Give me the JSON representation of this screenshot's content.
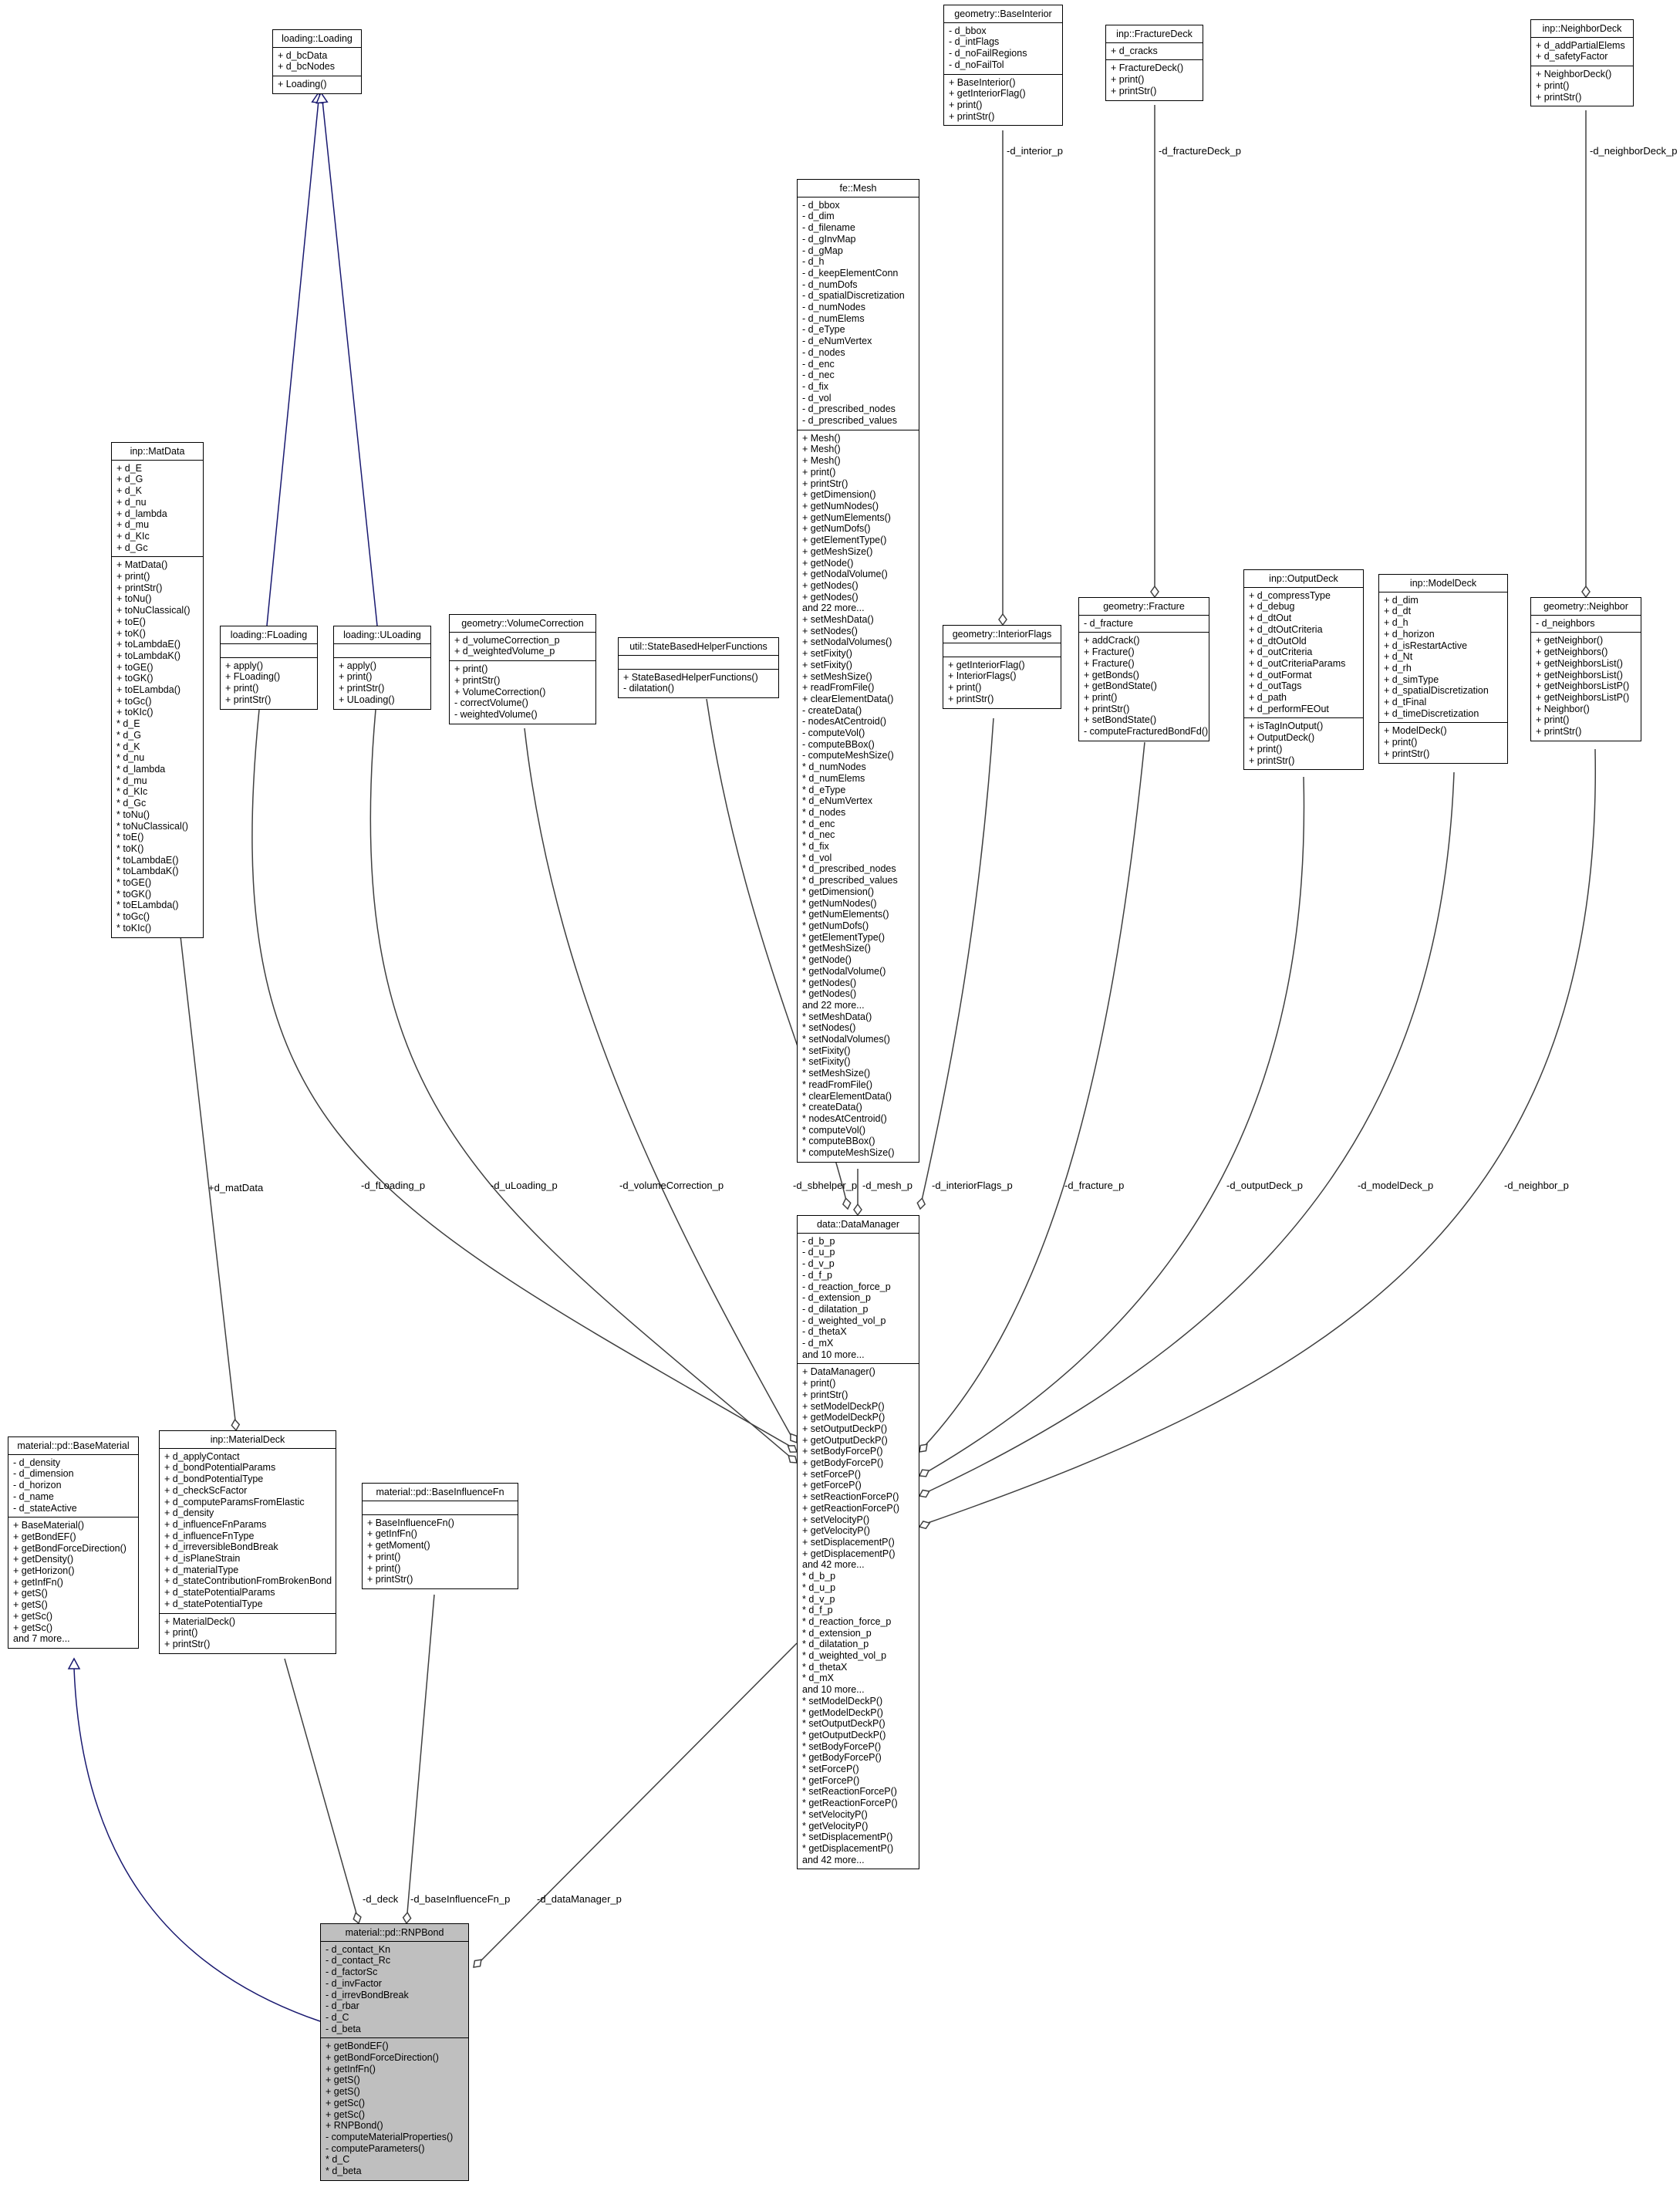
{
  "classes": [
    {
      "id": "loading_Loading",
      "name": "loading::Loading",
      "attrs": [
        "+ d_bcData",
        "+ d_bcNodes"
      ],
      "methods": [
        "+ Loading()"
      ]
    },
    {
      "id": "geometry_BaseInterior",
      "name": "geometry::BaseInterior",
      "attrs": [
        "- d_bbox",
        "- d_intFlags",
        "- d_noFailRegions",
        "- d_noFailTol"
      ],
      "methods": [
        "+ BaseInterior()",
        "+ getInteriorFlag()",
        "+ print()",
        "+ printStr()"
      ]
    },
    {
      "id": "inp_FractureDeck",
      "name": "inp::FractureDeck",
      "attrs": [
        "+ d_cracks"
      ],
      "methods": [
        "+ FractureDeck()",
        "+ print()",
        "+ printStr()"
      ]
    },
    {
      "id": "inp_NeighborDeck",
      "name": "inp::NeighborDeck",
      "attrs": [
        "+ d_addPartialElems",
        "+ d_safetyFactor"
      ],
      "methods": [
        "+ NeighborDeck()",
        "+ print()",
        "+ printStr()"
      ]
    },
    {
      "id": "fe_Mesh",
      "name": "fe::Mesh",
      "attrs": [
        "- d_bbox",
        "- d_dim",
        "- d_filename",
        "- d_gInvMap",
        "- d_gMap",
        "- d_h",
        "- d_keepElementConn",
        "- d_numDofs",
        "- d_spatialDiscretization",
        "- d_numNodes",
        "- d_numElems",
        "- d_eType",
        "- d_eNumVertex",
        "- d_nodes",
        "- d_enc",
        "- d_nec",
        "- d_fix",
        "- d_vol",
        "- d_prescribed_nodes",
        "- d_prescribed_values"
      ],
      "methods": [
        "+ Mesh()",
        "+ Mesh()",
        "+ Mesh()",
        "+ print()",
        "+ printStr()",
        "+ getDimension()",
        "+ getNumNodes()",
        "+ getNumElements()",
        "+ getNumDofs()",
        "+ getElementType()",
        "+ getMeshSize()",
        "+ getNode()",
        "+ getNodalVolume()",
        "+ getNodes()",
        "+ getNodes()",
        "and 22 more...",
        "+ setMeshData()",
        "+ setNodes()",
        "+ setNodalVolumes()",
        "+ setFixity()",
        "+ setFixity()",
        "+ setMeshSize()",
        "+ readFromFile()",
        "+ clearElementData()",
        "- createData()",
        "- nodesAtCentroid()",
        "- computeVol()",
        "- computeBBox()",
        "- computeMeshSize()",
        "* d_numNodes",
        "* d_numElems",
        "* d_eType",
        "* d_eNumVertex",
        "* d_nodes",
        "* d_enc",
        "* d_nec",
        "* d_fix",
        "* d_vol",
        "* d_prescribed_nodes",
        "* d_prescribed_values",
        "* getDimension()",
        "* getNumNodes()",
        "* getNumElements()",
        "* getNumDofs()",
        "* getElementType()",
        "* getMeshSize()",
        "* getNode()",
        "* getNodalVolume()",
        "* getNodes()",
        "* getNodes()",
        "and 22 more...",
        "* setMeshData()",
        "* setNodes()",
        "* setNodalVolumes()",
        "* setFixity()",
        "* setFixity()",
        "* setMeshSize()",
        "* readFromFile()",
        "* clearElementData()",
        "* createData()",
        "* nodesAtCentroid()",
        "* computeVol()",
        "* computeBBox()",
        "* computeMeshSize()"
      ]
    },
    {
      "id": "inp_MatData",
      "name": "inp::MatData",
      "attrs": [
        "+ d_E",
        "+ d_G",
        "+ d_K",
        "+ d_nu",
        "+ d_lambda",
        "+ d_mu",
        "+ d_KIc",
        "+ d_Gc"
      ],
      "methods": [
        "+ MatData()",
        "+ print()",
        "+ printStr()",
        "+ toNu()",
        "+ toNuClassical()",
        "+ toE()",
        "+ toK()",
        "+ toLambdaE()",
        "+ toLambdaK()",
        "+ toGE()",
        "+ toGK()",
        "+ toELambda()",
        "+ toGc()",
        "+ toKIc()",
        "* d_E",
        "* d_G",
        "* d_K",
        "* d_nu",
        "* d_lambda",
        "* d_mu",
        "* d_KIc",
        "* d_Gc",
        "* toNu()",
        "* toNuClassical()",
        "* toE()",
        "* toK()",
        "* toLambdaE()",
        "* toLambdaK()",
        "* toGE()",
        "* toGK()",
        "* toELambda()",
        "* toGc()",
        "* toKIc()"
      ]
    },
    {
      "id": "loading_FLoading",
      "name": "loading::FLoading",
      "attrs": [],
      "methods": [
        "+ apply()",
        "+ FLoading()",
        "+ print()",
        "+ printStr()"
      ]
    },
    {
      "id": "loading_ULoading",
      "name": "loading::ULoading",
      "attrs": [],
      "methods": [
        "+ apply()",
        "+ print()",
        "+ printStr()",
        "+ ULoading()"
      ]
    },
    {
      "id": "geometry_VolumeCorrection",
      "name": "geometry::VolumeCorrection",
      "attrs": [
        "+ d_volumeCorrection_p",
        "+ d_weightedVolume_p"
      ],
      "methods": [
        "+ print()",
        "+ printStr()",
        "+ VolumeCorrection()",
        "- correctVolume()",
        "- weightedVolume()"
      ]
    },
    {
      "id": "util_StateBasedHelperFunctions",
      "name": "util::StateBasedHelperFunctions",
      "attrs": [],
      "methods": [
        "+ StateBasedHelperFunctions()",
        "- dilatation()"
      ]
    },
    {
      "id": "geometry_InteriorFlags",
      "name": "geometry::InteriorFlags",
      "attrs": [],
      "methods": [
        "+ getInteriorFlag()",
        "+ InteriorFlags()",
        "+ print()",
        "+ printStr()"
      ]
    },
    {
      "id": "geometry_Fracture",
      "name": "geometry::Fracture",
      "attrs": [
        "- d_fracture"
      ],
      "methods": [
        "+ addCrack()",
        "+ Fracture()",
        "+ Fracture()",
        "+ getBonds()",
        "+ getBondState()",
        "+ print()",
        "+ printStr()",
        "+ setBondState()",
        "- computeFracturedBondFd()"
      ]
    },
    {
      "id": "inp_OutputDeck",
      "name": "inp::OutputDeck",
      "attrs": [
        "+ d_compressType",
        "+ d_debug",
        "+ d_dtOut",
        "+ d_dtOutCriteria",
        "+ d_dtOutOld",
        "+ d_outCriteria",
        "+ d_outCriteriaParams",
        "+ d_outFormat",
        "+ d_outTags",
        "+ d_path",
        "+ d_performFEOut"
      ],
      "methods": [
        "+ isTagInOutput()",
        "+ OutputDeck()",
        "+ print()",
        "+ printStr()"
      ]
    },
    {
      "id": "inp_ModelDeck",
      "name": "inp::ModelDeck",
      "attrs": [
        "+ d_dim",
        "+ d_dt",
        "+ d_h",
        "+ d_horizon",
        "+ d_isRestartActive",
        "+ d_Nt",
        "+ d_rh",
        "+ d_simType",
        "+ d_spatialDiscretization",
        "+ d_tFinal",
        "+ d_timeDiscretization"
      ],
      "methods": [
        "+ ModelDeck()",
        "+ print()",
        "+ printStr()"
      ]
    },
    {
      "id": "geometry_Neighbor",
      "name": "geometry::Neighbor",
      "attrs": [
        "- d_neighbors"
      ],
      "methods": [
        "+ getNeighbor()",
        "+ getNeighbors()",
        "+ getNeighborsList()",
        "+ getNeighborsList()",
        "+ getNeighborsListP()",
        "+ getNeighborsListP()",
        "+ Neighbor()",
        "+ print()",
        "+ printStr()"
      ]
    },
    {
      "id": "data_DataManager",
      "name": "data::DataManager",
      "attrs": [
        "- d_b_p",
        "- d_u_p",
        "- d_v_p",
        "- d_f_p",
        "- d_reaction_force_p",
        "- d_extension_p",
        "- d_dilatation_p",
        "- d_weighted_vol_p",
        "- d_thetaX",
        "- d_mX",
        "and 10 more..."
      ],
      "methods": [
        "+ DataManager()",
        "+ print()",
        "+ printStr()",
        "+ setModelDeckP()",
        "+ getModelDeckP()",
        "+ setOutputDeckP()",
        "+ getOutputDeckP()",
        "+ setBodyForceP()",
        "+ getBodyForceP()",
        "+ setForceP()",
        "+ getForceP()",
        "+ setReactionForceP()",
        "+ getReactionForceP()",
        "+ setVelocityP()",
        "+ getVelocityP()",
        "+ setDisplacementP()",
        "+ getDisplacementP()",
        "and 42 more...",
        "* d_b_p",
        "* d_u_p",
        "* d_v_p",
        "* d_f_p",
        "* d_reaction_force_p",
        "* d_extension_p",
        "* d_dilatation_p",
        "* d_weighted_vol_p",
        "* d_thetaX",
        "* d_mX",
        "and 10 more...",
        "* setModelDeckP()",
        "* getModelDeckP()",
        "* setOutputDeckP()",
        "* getOutputDeckP()",
        "* setBodyForceP()",
        "* getBodyForceP()",
        "* setForceP()",
        "* getForceP()",
        "* setReactionForceP()",
        "* getReactionForceP()",
        "* setVelocityP()",
        "* getVelocityP()",
        "* setDisplacementP()",
        "* getDisplacementP()",
        "and 42 more..."
      ]
    },
    {
      "id": "material_pd_BaseMaterial",
      "name": "material::pd::BaseMaterial",
      "attrs": [
        "- d_density",
        "- d_dimension",
        "- d_horizon",
        "- d_name",
        "- d_stateActive"
      ],
      "methods": [
        "+ BaseMaterial()",
        "+ getBondEF()",
        "+ getBondForceDirection()",
        "+ getDensity()",
        "+ getHorizon()",
        "+ getInfFn()",
        "+ getS()",
        "+ getS()",
        "+ getSc()",
        "+ getSc()",
        "and 7 more..."
      ]
    },
    {
      "id": "inp_MaterialDeck",
      "name": "inp::MaterialDeck",
      "attrs": [
        "+ d_applyContact",
        "+ d_bondPotentialParams",
        "+ d_bondPotentialType",
        "+ d_checkScFactor",
        "+ d_computeParamsFromElastic",
        "+ d_density",
        "+ d_influenceFnParams",
        "+ d_influenceFnType",
        "+ d_irreversibleBondBreak",
        "+ d_isPlaneStrain",
        "+ d_materialType",
        "+ d_stateContributionFromBrokenBond",
        "+ d_statePotentialParams",
        "+ d_statePotentialType"
      ],
      "methods": [
        "+ MaterialDeck()",
        "+ print()",
        "+ printStr()"
      ]
    },
    {
      "id": "material_pd_BaseInfluenceFn",
      "name": "material::pd::BaseInfluenceFn",
      "attrs": [],
      "methods": [
        "+ BaseInfluenceFn()",
        "+ getInfFn()",
        "+ getMoment()",
        "+ print()",
        "+ print()",
        "+ printStr()"
      ]
    },
    {
      "id": "material_pd_RNPBond",
      "name": "material::pd::RNPBond",
      "highlight": true,
      "attrs": [
        "- d_contact_Kn",
        "- d_contact_Rc",
        "- d_factorSc",
        "- d_invFactor",
        "- d_irrevBondBreak",
        "- d_rbar",
        "- d_C",
        "- d_beta"
      ],
      "methods": [
        "+ getBondEF()",
        "+ getBondForceDirection()",
        "+ getInfFn()",
        "+ getS()",
        "+ getS()",
        "+ getSc()",
        "+ getSc()",
        "+ RNPBond()",
        "- computeMaterialProperties()",
        "- computeParameters()",
        "* d_C",
        "* d_beta"
      ]
    }
  ],
  "edges": [
    {
      "id": "gen_floading",
      "type": "generalization",
      "from": "loading_FLoading",
      "to": "loading_Loading",
      "color": "#191970",
      "label": ""
    },
    {
      "id": "gen_uloading",
      "type": "generalization",
      "from": "loading_ULoading",
      "to": "loading_Loading",
      "color": "#191970",
      "label": ""
    },
    {
      "id": "gen_basematerial",
      "type": "generalization",
      "from": "material_pd_RNPBond",
      "to": "material_pd_BaseMaterial",
      "color": "#191970",
      "label": ""
    },
    {
      "id": "agg_interior",
      "type": "aggregation",
      "from": "geometry_BaseInterior",
      "to": "geometry_InteriorFlags",
      "color": "#404040",
      "label": "-d_interior_p"
    },
    {
      "id": "agg_fracturedeck",
      "type": "aggregation",
      "from": "inp_FractureDeck",
      "to": "geometry_Fracture",
      "color": "#404040",
      "label": "-d_fractureDeck_p"
    },
    {
      "id": "agg_neighbordeck",
      "type": "aggregation",
      "from": "inp_NeighborDeck",
      "to": "geometry_Neighbor",
      "color": "#404040",
      "label": "-d_neighborDeck_p"
    },
    {
      "id": "agg_matdata",
      "type": "aggregation",
      "from": "inp_MatData",
      "to": "inp_MaterialDeck",
      "color": "#404040",
      "label": "+d_matData"
    },
    {
      "id": "agg_floading",
      "type": "aggregation",
      "from": "loading_FLoading",
      "to": "data_DataManager",
      "color": "#404040",
      "label": "-d_fLoading_p"
    },
    {
      "id": "agg_uloading",
      "type": "aggregation",
      "from": "loading_ULoading",
      "to": "data_DataManager",
      "color": "#404040",
      "label": "-d_uLoading_p"
    },
    {
      "id": "agg_volcorr",
      "type": "aggregation",
      "from": "geometry_VolumeCorrection",
      "to": "data_DataManager",
      "color": "#404040",
      "label": "-d_volumeCorrection_p"
    },
    {
      "id": "agg_sbhelper",
      "type": "aggregation",
      "from": "util_StateBasedHelperFunctions",
      "to": "data_DataManager",
      "color": "#404040",
      "label": "-d_sbhelper_p"
    },
    {
      "id": "agg_mesh",
      "type": "aggregation",
      "from": "fe_Mesh",
      "to": "data_DataManager",
      "color": "#404040",
      "label": "-d_mesh_p"
    },
    {
      "id": "agg_interiorflags",
      "type": "aggregation",
      "from": "geometry_InteriorFlags",
      "to": "data_DataManager",
      "color": "#404040",
      "label": "-d_interiorFlags_p"
    },
    {
      "id": "agg_fracture",
      "type": "aggregation",
      "from": "geometry_Fracture",
      "to": "data_DataManager",
      "color": "#404040",
      "label": "-d_fracture_p"
    },
    {
      "id": "agg_outputdeck",
      "type": "aggregation",
      "from": "inp_OutputDeck",
      "to": "data_DataManager",
      "color": "#404040",
      "label": "-d_outputDeck_p"
    },
    {
      "id": "agg_modeldeck",
      "type": "aggregation",
      "from": "inp_ModelDeck",
      "to": "data_DataManager",
      "color": "#404040",
      "label": "-d_modelDeck_p"
    },
    {
      "id": "agg_neighbor",
      "type": "aggregation",
      "from": "geometry_Neighbor",
      "to": "data_DataManager",
      "color": "#404040",
      "label": "-d_neighbor_p"
    },
    {
      "id": "agg_deck",
      "type": "aggregation",
      "from": "inp_MaterialDeck",
      "to": "material_pd_RNPBond",
      "color": "#404040",
      "label": "-d_deck"
    },
    {
      "id": "agg_influencefn",
      "type": "aggregation",
      "from": "material_pd_BaseInfluenceFn",
      "to": "material_pd_RNPBond",
      "color": "#404040",
      "label": "-d_baseInfluenceFn_p"
    },
    {
      "id": "agg_datamanager",
      "type": "aggregation",
      "from": "data_DataManager",
      "to": "material_pd_RNPBond",
      "color": "#404040",
      "label": "-d_dataManager_p"
    }
  ]
}
